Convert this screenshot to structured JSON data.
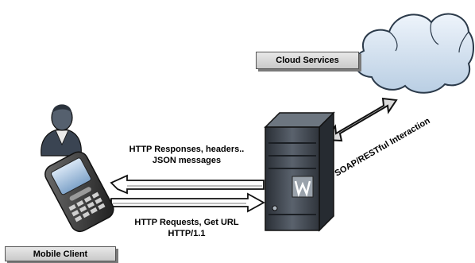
{
  "cloud_label": "Cloud Services",
  "client_label": "Mobile Client",
  "responses": {
    "line1": "HTTP Responses, headers..",
    "line2": "JSON messages"
  },
  "requests": {
    "line1": "HTTP Requests, Get URL",
    "line2": "HTTP/1.1"
  },
  "interaction_label": "SOAP/RESTful Interaction",
  "colors": {
    "cloud": "#cfe0f0",
    "server": "#3e4550",
    "arrow_fill": "#ffffff",
    "label_box": "#d4d4d4"
  }
}
